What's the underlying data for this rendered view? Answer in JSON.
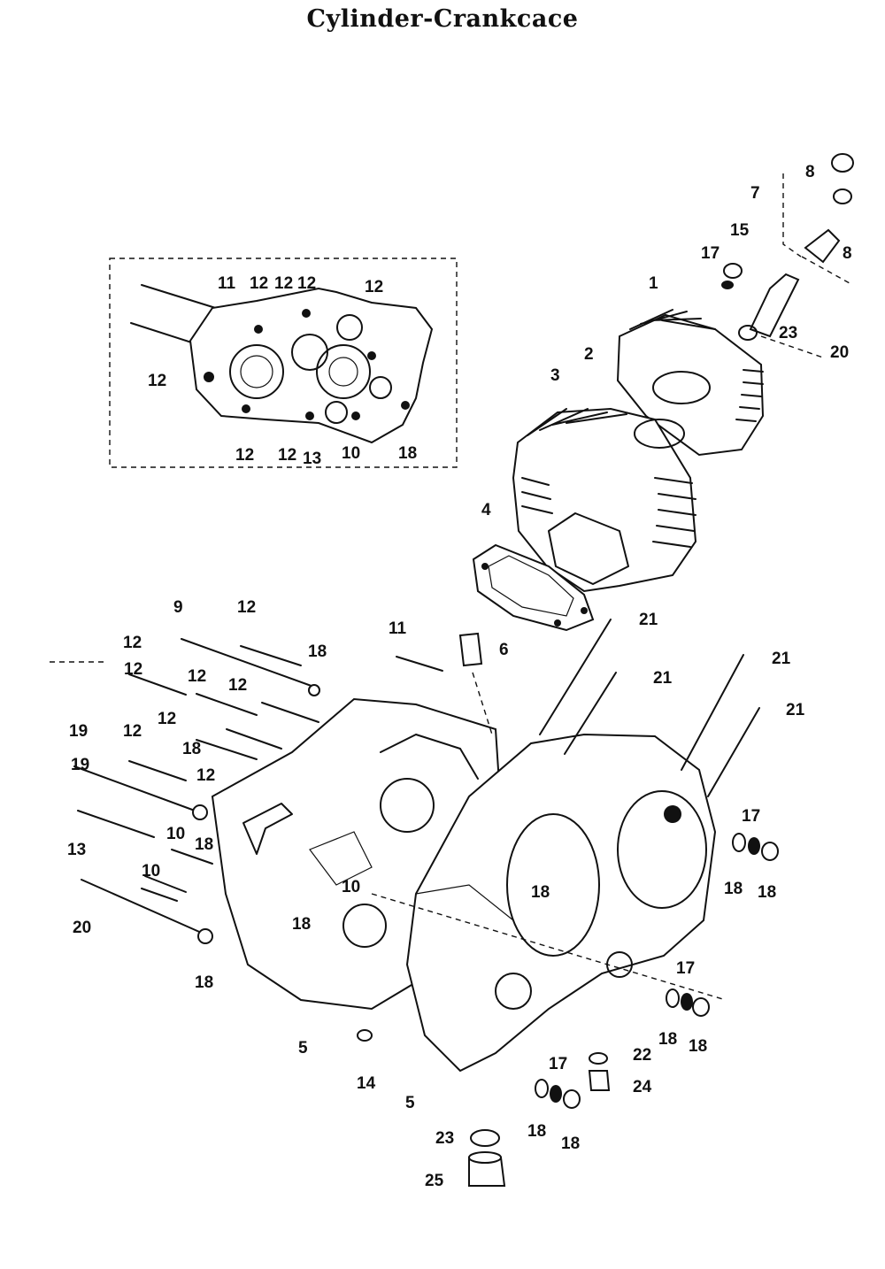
{
  "title": "Cylinder-Crankcace",
  "callouts": {
    "c1": "1",
    "c2": "2",
    "c3": "3",
    "c4": "4",
    "c5a": "5",
    "c5b": "5",
    "c6": "6",
    "c7": "7",
    "c8a": "8",
    "c8b": "8",
    "c9": "9",
    "c10a": "10",
    "c10b": "10",
    "c10c": "10",
    "c10d": "10",
    "c11a": "11",
    "c11b": "11",
    "c12a": "12",
    "c12b": "12",
    "c12c": "12",
    "c12d": "12",
    "c12e": "12",
    "c12f": "12",
    "c12g": "12",
    "c12h": "12",
    "c12i": "12",
    "c12j": "12",
    "c12k": "12",
    "c12l": "12",
    "c12m": "12",
    "c12n": "12",
    "c12o": "12",
    "c13a": "13",
    "c13b": "13",
    "c14": "14",
    "c15": "15",
    "c17a": "17",
    "c17b": "17",
    "c17c": "17",
    "c17d": "17",
    "c18a": "18",
    "c18b": "18",
    "c18c": "18",
    "c18d": "18",
    "c18e": "18",
    "c18f": "18",
    "c18g": "18",
    "c18h": "18",
    "c18i": "18",
    "c18j": "18",
    "c18k": "18",
    "c18l": "18",
    "c18m": "18",
    "c19a": "19",
    "c19b": "19",
    "c20a": "20",
    "c20b": "20",
    "c21a": "21",
    "c21b": "21",
    "c21c": "21",
    "c21d": "21",
    "c22": "22",
    "c23a": "23",
    "c23b": "23",
    "c24": "24",
    "c25": "25"
  }
}
